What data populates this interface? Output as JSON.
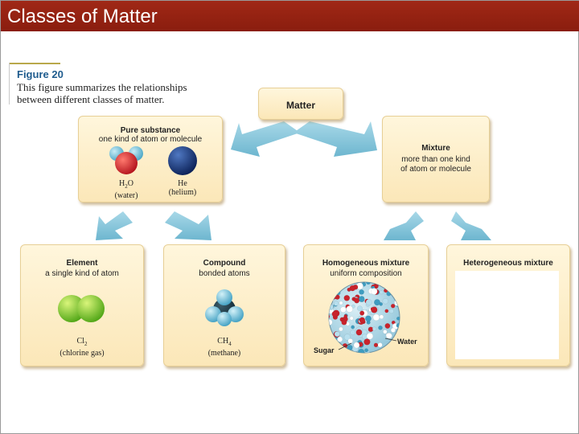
{
  "slide": {
    "title": "Classes of Matter"
  },
  "figure": {
    "label": "Figure 20",
    "caption": "This figure summarizes the relationships between different classes of matter."
  },
  "nodes": {
    "matter": {
      "title": "Matter"
    },
    "pure": {
      "title": "Pure substance",
      "subtitle": "one kind of atom or molecule",
      "examples": [
        {
          "formula": "H",
          "sub": "2",
          "tail": "O",
          "name": "(water)"
        },
        {
          "formula": "He",
          "sub": "",
          "tail": "",
          "name": "(helium)"
        }
      ]
    },
    "mixture": {
      "title": "Mixture",
      "subtitle_1": "more than one kind",
      "subtitle_2": "of atom or molecule"
    },
    "element": {
      "title": "Element",
      "subtitle": "a single kind of atom",
      "example": {
        "formula": "Cl",
        "sub": "2",
        "name": "(chlorine gas)"
      }
    },
    "compound": {
      "title": "Compound",
      "subtitle": "bonded atoms",
      "example": {
        "formula": "CH",
        "sub": "4",
        "name": "(methane)"
      }
    },
    "homogeneous": {
      "title": "Homogeneous mixture",
      "subtitle": "uniform composition",
      "callouts": {
        "sugar": "Sugar",
        "water": "Water"
      }
    },
    "heterogeneous": {
      "title": "Heterogeneous mixture"
    }
  },
  "colors": {
    "title_bar": "#96220f",
    "arrow": "#7ec3d9",
    "box": "#fbe7b8",
    "figure_label": "#1f5c8e"
  },
  "icons": [
    "water-molecule-icon",
    "helium-atom-icon",
    "chlorine-molecule-icon",
    "methane-molecule-icon",
    "solution-particles-icon"
  ]
}
